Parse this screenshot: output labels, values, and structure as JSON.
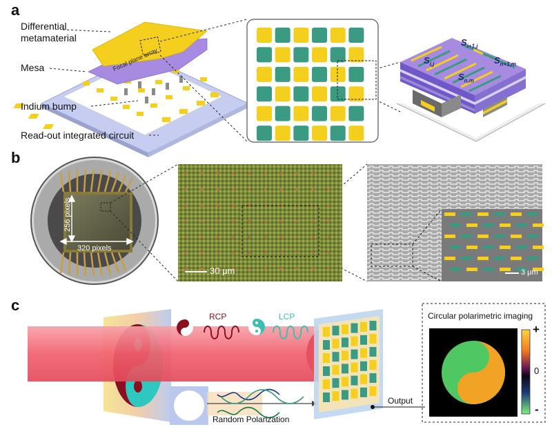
{
  "panels": {
    "a": {
      "letter": "a",
      "labels": [
        "Differential metamaterial",
        "Mesa",
        "Indium bump",
        "Read-out integrated circuit"
      ],
      "label_line1": "Differential",
      "label_line2": "metamaterial",
      "mesa": "Mesa",
      "indium": "Indium bump",
      "roic": "Read-out integrated circuit",
      "fpa": "Focal plane array",
      "cell_labels": {
        "s1_main": "S",
        "s1_sub": "i+1,j",
        "s2_main": "S",
        "s2_sub": "i,j",
        "s3_main": "S",
        "s3_sub": "n+1,m",
        "s4_main": "S",
        "s4_sub": "n,m"
      }
    },
    "b": {
      "letter": "b",
      "pixels_h": "320 pixels",
      "pixels_v": "256 pixels",
      "scale1": "30 μm",
      "scale2": "3 μm"
    },
    "c": {
      "letter": "c",
      "rcp": "RCP",
      "lcp": "LCP",
      "random": "Random Polarization",
      "output": "Output",
      "imaging": "Circular polarimetric imaging",
      "cb_plus": "+",
      "cb_zero": "0",
      "cb_minus": "-"
    }
  },
  "colors": {
    "yellow": "#f5cf1d",
    "teal": "#3a9a82",
    "purple": "#a78be0",
    "beam": "#f26a78",
    "green": "#4fc864",
    "orange": "#f1a326"
  },
  "grid_pattern": [
    [
      "Y",
      "T",
      "Y",
      "T",
      "Y",
      "T"
    ],
    [
      "T",
      "Y",
      "T",
      "Y",
      "T",
      "Y"
    ],
    [
      "Y",
      "T",
      "Y",
      "T",
      "Y",
      "T"
    ],
    [
      "T",
      "Y",
      "T",
      "Y",
      "T",
      "Y"
    ],
    [
      "Y",
      "T",
      "Y",
      "T",
      "Y",
      "T"
    ],
    [
      "T",
      "Y",
      "T",
      "Y",
      "T",
      "Y"
    ]
  ]
}
